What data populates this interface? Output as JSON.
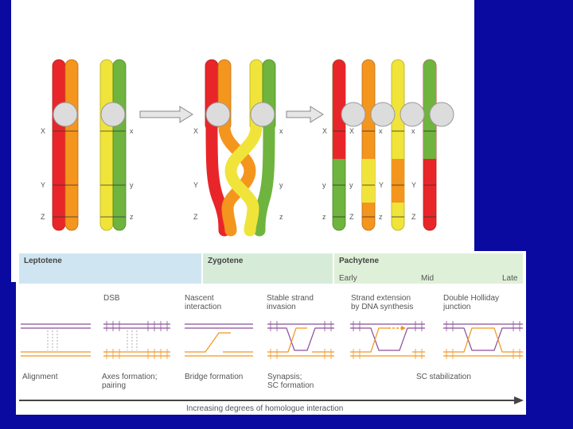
{
  "colors": {
    "background": "#0a0aa0",
    "red": "#e8262a",
    "orange": "#f4951e",
    "yellow": "#f0e43a",
    "green": "#6fb43e",
    "purple": "#8a4f98",
    "bar_leptotene": "#cfe6f2",
    "bar_zygotene": "#d6ecd9",
    "bar_pachytene": "#dff0d8",
    "axis_arrow": "#444444"
  },
  "top": {
    "locus_x": "X",
    "locus_y": "Y",
    "locus_z": "Z",
    "locus_x_lower": "x",
    "locus_y_lower": "y",
    "locus_z_lower": "z"
  },
  "stages": {
    "leptotene": "Leptotene",
    "zygotene": "Zygotene",
    "pachytene": "Pachytene",
    "early": "Early",
    "mid": "Mid",
    "late": "Late"
  },
  "events": {
    "dsb": "DSB",
    "nascent_1": "Nascent",
    "nascent_2": "interaction",
    "stable_1": "Stable strand",
    "stable_2": "invasion",
    "extension_1": "Strand extension",
    "extension_2": "by DNA synthesis",
    "holliday_1": "Double Holliday",
    "holliday_2": "junction"
  },
  "captions": {
    "alignment": "Alignment",
    "axes_1": "Axes formation;",
    "axes_2": "pairing",
    "bridge": "Bridge formation",
    "synapsis_1": "Synapsis;",
    "synapsis_2": "SC formation",
    "sc_stabilization": "SC stabilization"
  },
  "axis_label": "Increasing degrees of homologue interaction"
}
